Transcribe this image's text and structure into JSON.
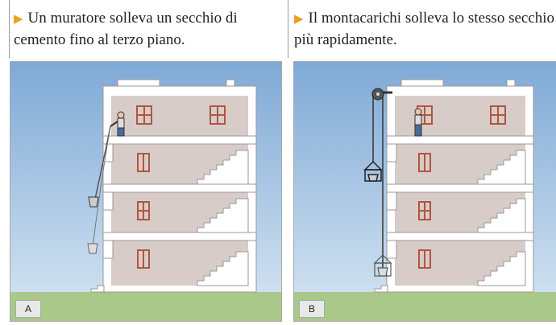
{
  "panels": [
    {
      "caption": "Un muratore solleva un secchio di cemento fino al terzo piano.",
      "label": "A"
    },
    {
      "caption": "Il montacarichi solleva lo stesso secchio più rapidamente.",
      "label": "B"
    }
  ],
  "colors": {
    "sky": "#8fb5dc",
    "ground": "#a9c88a",
    "wall": "#d8ccc8",
    "structure": "#ffffff",
    "window_frame": "#b2553f",
    "bullet": "#f0a020"
  },
  "icons": {
    "bullet": "triangle-right"
  }
}
